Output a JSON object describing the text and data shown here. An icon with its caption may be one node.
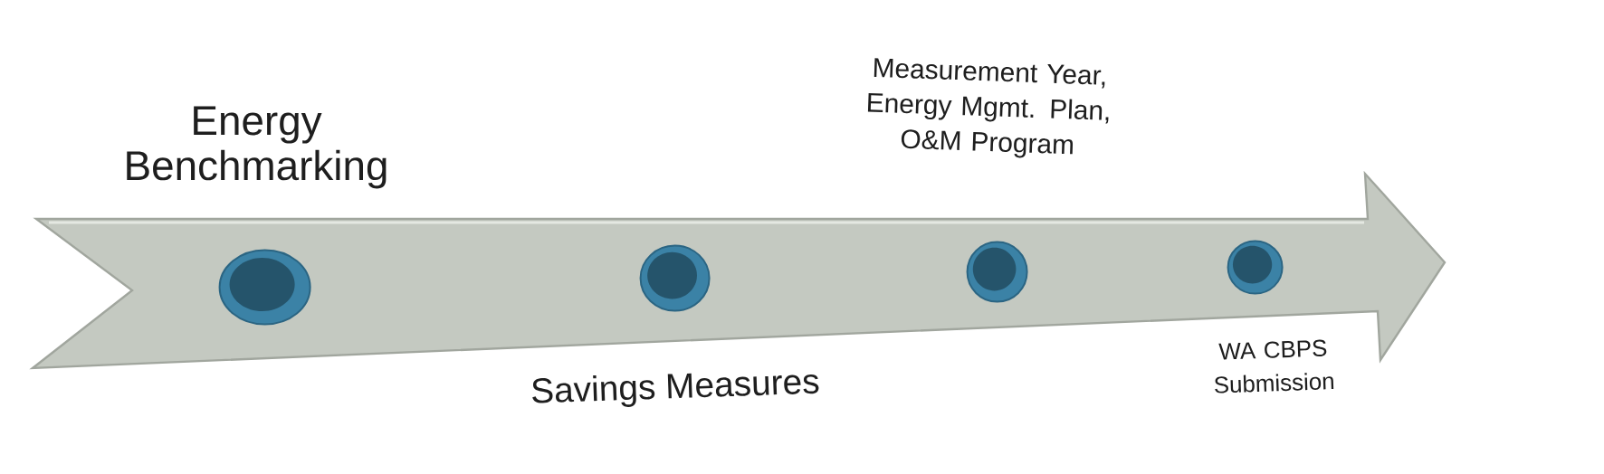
{
  "diagram": {
    "nodes": [
      {
        "text": [],
        "shape": "arrow"
      },
      {
        "text": [],
        "shape": "circle",
        "in": 0,
        "beside": [
          "Energy Benchmarking"
        ]
      },
      {
        "text": [],
        "shape": "circle",
        "in": 0,
        "beside": [
          "Savings Measures"
        ]
      },
      {
        "text": [],
        "shape": "circle",
        "in": 0,
        "beside": [
          "Measurement Year, Energy Mgmt. Plan, O&M Program"
        ]
      },
      {
        "text": [],
        "shape": "circle",
        "in": 0,
        "beside": [
          "WA CBPS Submission"
        ]
      }
    ]
  }
}
